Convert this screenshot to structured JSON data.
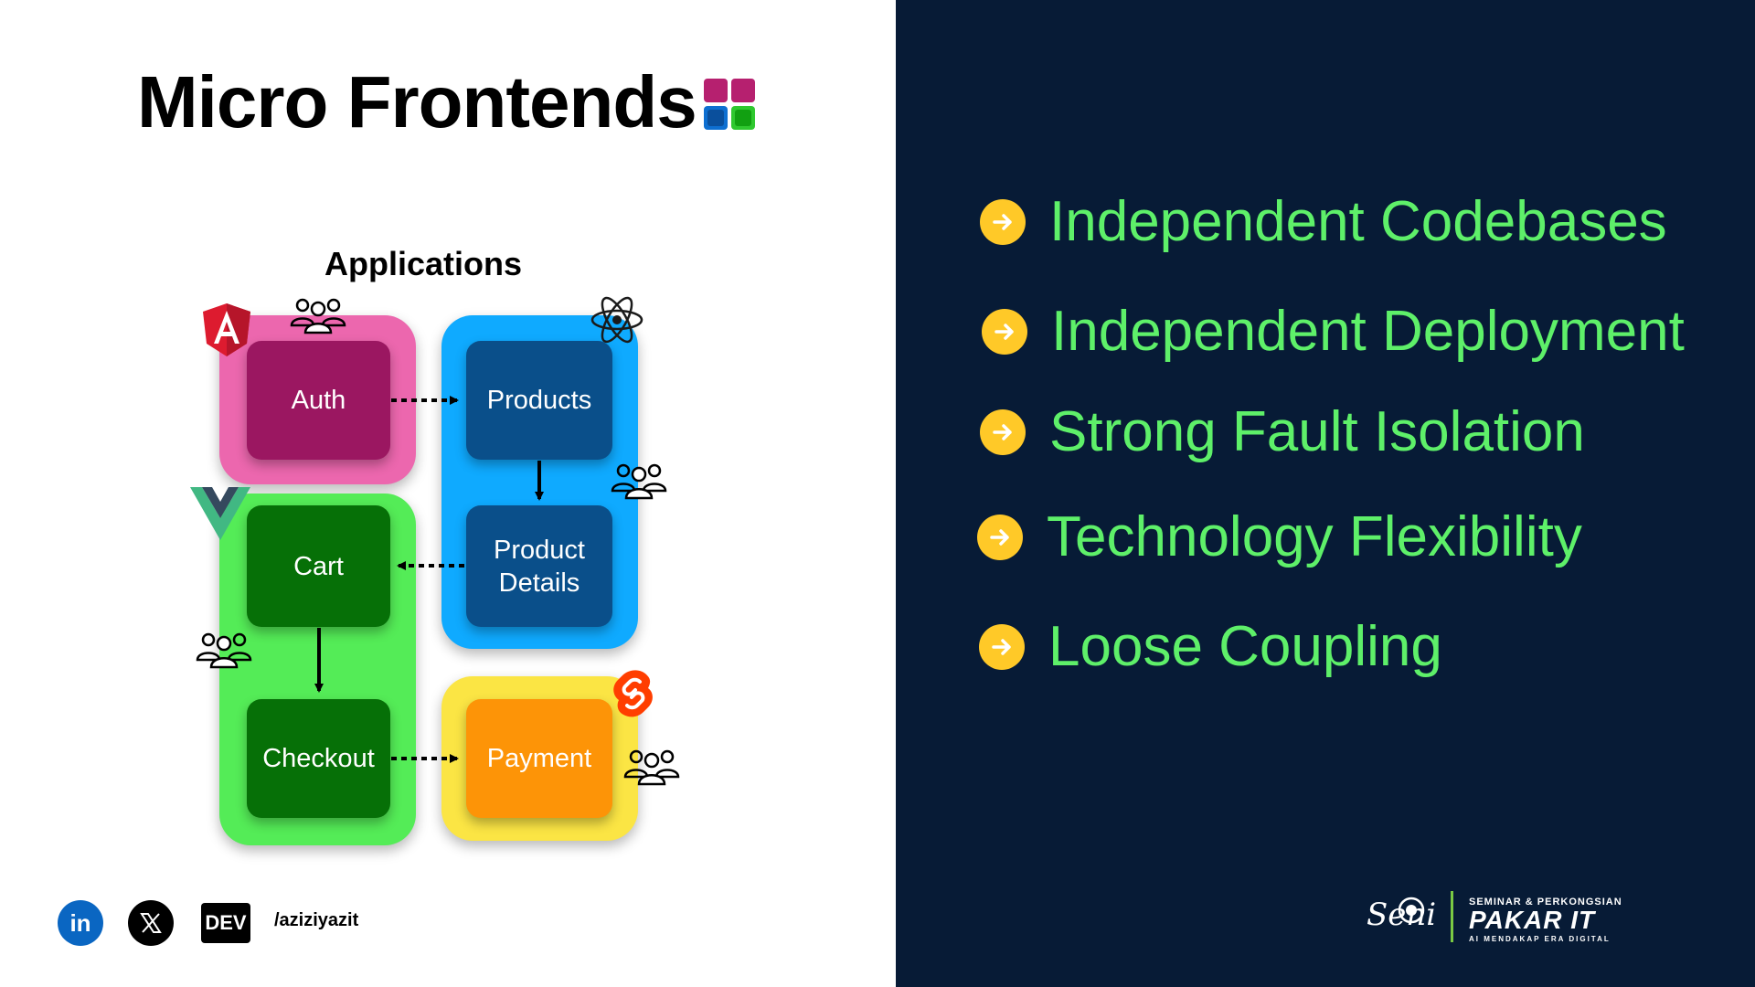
{
  "slide": {
    "title": "Micro Frontends",
    "applications_heading": "Applications",
    "apps": {
      "auth": "Auth",
      "products": "Products",
      "product_details_line1": "Product",
      "product_details_line2": "Details",
      "cart": "Cart",
      "checkout": "Checkout",
      "payment": "Payment"
    },
    "features": [
      "Independent Codebases",
      "Independent Deployment",
      "Strong Fault Isolation",
      "Technology Flexibility",
      "Loose Coupling"
    ],
    "social": {
      "linkedin": "in",
      "dev": "DEV",
      "handle": "/aziziyazit"
    },
    "brand": {
      "script": "Seni",
      "top": "SEMINAR & PERKONGSIAN",
      "main": "PAKAR IT",
      "sub": "AI MENDAKAP ERA DIGITAL"
    }
  },
  "colors": {
    "right_panel_bg": "#071b36",
    "feature_text": "#5ef069",
    "bullet": "#ffc928",
    "pink_group": "#ec67ae",
    "blue_group": "#0faaff",
    "green_group": "#54ec57",
    "yellow_group": "#fbe544"
  },
  "icons": {
    "title_logo": "grid-blocks-icon",
    "angular": "angular-logo-icon",
    "react": "react-logo-icon",
    "vue": "vue-logo-icon",
    "svelte": "svelte-logo-icon",
    "team": "team-icon",
    "bullet": "arrow-right-circle-icon"
  }
}
